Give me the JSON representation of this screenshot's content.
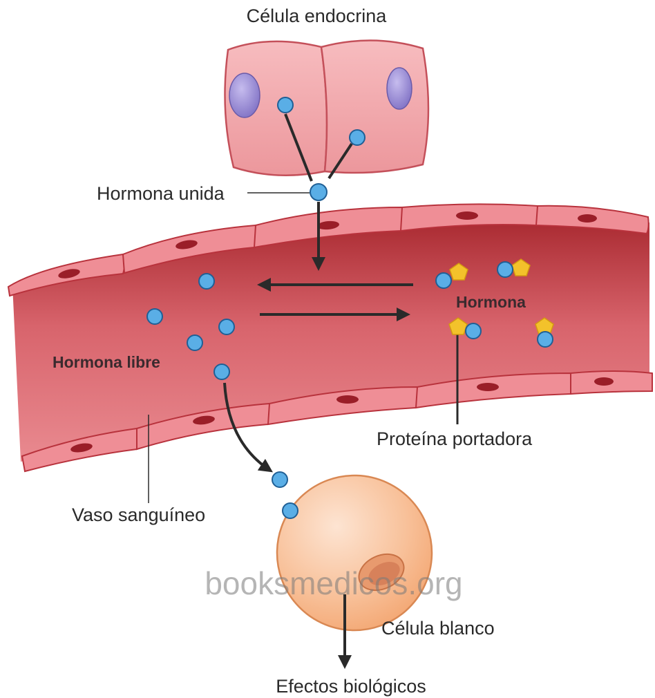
{
  "diagram": {
    "labels": {
      "endocrine_cell": "Célula endocrina",
      "bound_hormone": "Hormona unida",
      "hormone_bold": "Hormona",
      "free_hormone": "Hormona libre",
      "carrier_protein": "Proteína portadora",
      "blood_vessel": "Vaso sanguíneo",
      "target_cell": "Célula blanco",
      "biological_effects": "Efectos biológicos"
    },
    "watermark": "booksmedicos.org",
    "colors": {
      "vessel": "#c23a44",
      "vessel_wall": "#e9808a",
      "endocrine_cell": "#f2a9ad",
      "nucleus": "#9b8fd0",
      "hormone": "#5aaee6",
      "carrier_protein": "#f3c22b",
      "target_cell": "#f6b98a",
      "arrow": "#2a2a2a"
    }
  }
}
